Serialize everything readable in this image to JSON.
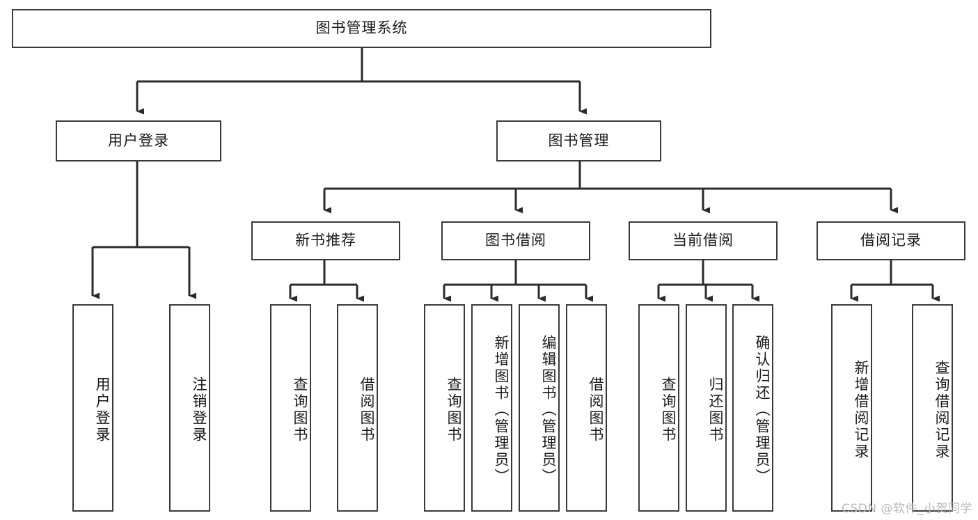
{
  "diagram": {
    "title": "图书管理系统",
    "type": "tree",
    "orientation": "top-down",
    "style": {
      "box_fill": "#ffffff",
      "box_stroke": "#3a3a3a",
      "connector_stroke": "#2b2b2b",
      "text_color": "#1a1a1a",
      "background": "#ffffff",
      "watermark_color": "#b8b8b8"
    },
    "root": {
      "id": "root",
      "label": "图书管理系统"
    },
    "level2": [
      {
        "id": "user-login",
        "label": "用户登录"
      },
      {
        "id": "book-manage",
        "label": "图书管理"
      }
    ],
    "level3": [
      {
        "id": "new-book-rec",
        "label": "新书推荐",
        "parent": "book-manage"
      },
      {
        "id": "book-borrow",
        "label": "图书借阅",
        "parent": "book-manage"
      },
      {
        "id": "current-borrow",
        "label": "当前借阅",
        "parent": "book-manage"
      },
      {
        "id": "borrow-record",
        "label": "借阅记录",
        "parent": "book-manage"
      }
    ],
    "leaves": [
      {
        "id": "leaf-user-login",
        "label": "用户登录",
        "parent": "user-login"
      },
      {
        "id": "leaf-logout",
        "label": "注销登录",
        "parent": "user-login"
      },
      {
        "id": "leaf-query-book-rec",
        "label": "查询图书",
        "parent": "new-book-rec"
      },
      {
        "id": "leaf-borrow-book-rec",
        "label": "借阅图书",
        "parent": "new-book-rec"
      },
      {
        "id": "leaf-query-book-borrow",
        "label": "查询图书",
        "parent": "book-borrow"
      },
      {
        "id": "leaf-add-book",
        "label": "新增图书（管理员）",
        "parent": "book-borrow"
      },
      {
        "id": "leaf-edit-book",
        "label": "编辑图书（管理员）",
        "parent": "book-borrow"
      },
      {
        "id": "leaf-borrow-book",
        "label": "借阅图书",
        "parent": "book-borrow"
      },
      {
        "id": "leaf-query-book-current",
        "label": "查询图书",
        "parent": "current-borrow"
      },
      {
        "id": "leaf-return-book",
        "label": "归还图书",
        "parent": "current-borrow"
      },
      {
        "id": "leaf-confirm-return",
        "label": "确认归还（管理员）",
        "parent": "current-borrow"
      },
      {
        "id": "leaf-add-record",
        "label": "新增借阅记录",
        "parent": "borrow-record"
      },
      {
        "id": "leaf-query-record",
        "label": "查询借阅记录",
        "parent": "borrow-record"
      }
    ],
    "watermark": "CSDN @软件_小贺同学"
  }
}
